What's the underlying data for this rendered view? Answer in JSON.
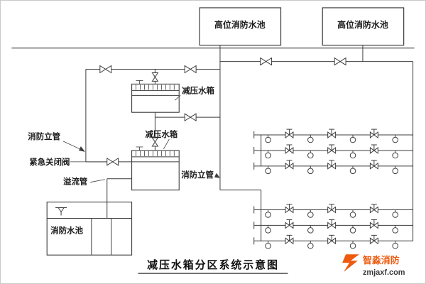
{
  "canvas": {
    "background": "#ffffff",
    "border_color": "#c9c9c9",
    "line_color": "#3c3c3c",
    "text_color": "#1c1c1c"
  },
  "tanks": {
    "high_level_1": "高位消防水池",
    "high_level_2": "高位消防水池",
    "pressure_reducing_1": "减压水箱",
    "pressure_reducing_2": "减压水箱",
    "fire_pool": "消防水池"
  },
  "pipe_labels": {
    "fire_riser_left": "消防立管",
    "fire_riser_mid": "消防立管",
    "emergency_shutoff_valve": "紧急关闭阀",
    "overflow_pipe": "溢流管"
  },
  "title": "减压水箱分区系统示意图",
  "watermark": {
    "brand": "智淼消防",
    "site": "zmjaxf.com",
    "accent": "#ee5a0e"
  },
  "icons": {
    "valve": "bowtie-valve",
    "control_valve": "bowtie-valve-with-stem",
    "sprinkler_head": "circle-head",
    "water_level": "inverted-triangle-level-mark",
    "brand_logo": "orange-flame-z"
  }
}
